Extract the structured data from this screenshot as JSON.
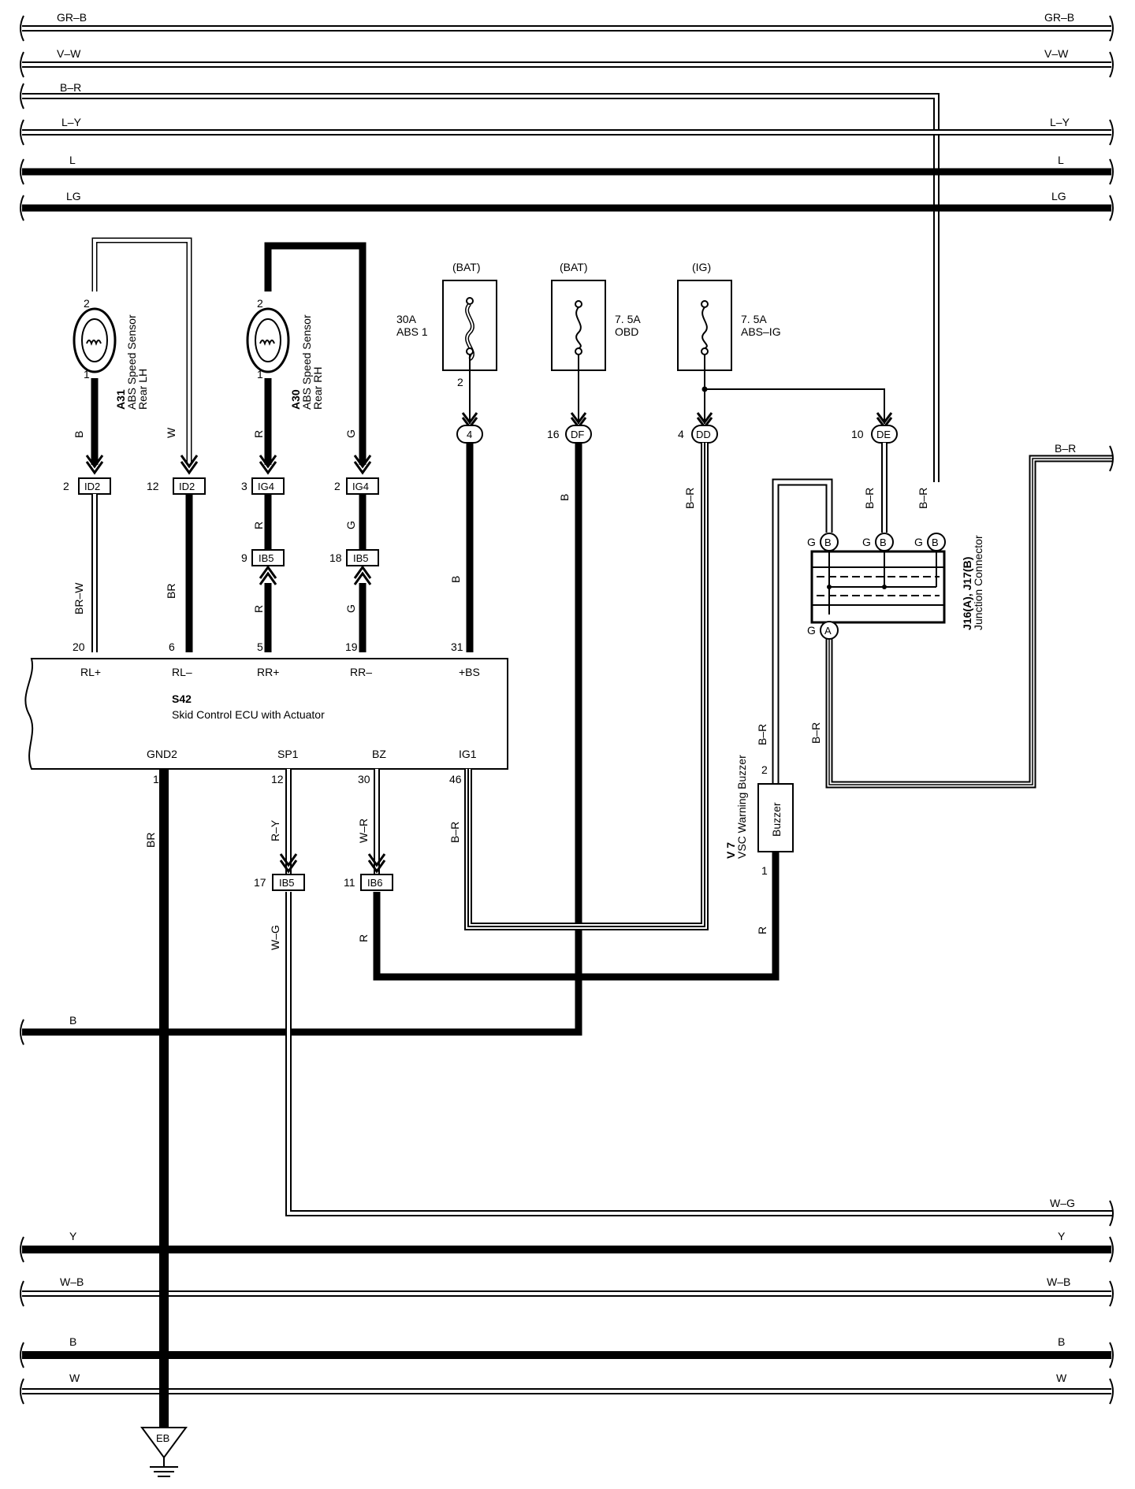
{
  "buses_top": [
    {
      "id": "bus-gr-b",
      "label_left": "GR–B",
      "label_right": "GR–B",
      "style": "double"
    },
    {
      "id": "bus-v-w",
      "label_left": "V–W",
      "label_right": "V–W",
      "style": "double"
    },
    {
      "id": "bus-b-r",
      "label_left": "B–R",
      "label_right": "",
      "style": "double"
    },
    {
      "id": "bus-l-y",
      "label_left": "L–Y",
      "label_right": "L–Y",
      "style": "double"
    },
    {
      "id": "bus-l",
      "label_left": "L",
      "label_right": "L",
      "style": "thick"
    },
    {
      "id": "bus-lg",
      "label_left": "LG",
      "label_right": "LG",
      "style": "thick"
    }
  ],
  "buses_bottom": [
    {
      "id": "bus-b-mid",
      "label_left": "B",
      "label_right": "",
      "style": "thick"
    },
    {
      "id": "bus-w-g",
      "label_left": "",
      "label_right": "W–G",
      "style": "double"
    },
    {
      "id": "bus-y",
      "label_left": "Y",
      "label_right": "Y",
      "style": "thick"
    },
    {
      "id": "bus-w-b",
      "label_left": "W–B",
      "label_right": "W–B",
      "style": "double"
    },
    {
      "id": "bus-b-low",
      "label_left": "B",
      "label_right": "B",
      "style": "thick"
    },
    {
      "id": "bus-w",
      "label_left": "W",
      "label_right": "W",
      "style": "double"
    }
  ],
  "right_branch_label": "B–R",
  "sensors": {
    "a31": {
      "code": "A31",
      "name1": "ABS Speed Sensor",
      "name2": "Rear LH",
      "pin_top": "2",
      "pin_bottom": "1"
    },
    "a30": {
      "code": "A30",
      "name1": "ABS Speed Sensor",
      "name2": "Rear RH",
      "pin_top": "2",
      "pin_bottom": "1"
    }
  },
  "fuses": [
    {
      "source": "(BAT)",
      "amp": "30A",
      "name": "ABS 1",
      "pin": "2",
      "conn_pin": "4",
      "conn": "4"
    },
    {
      "source": "(BAT)",
      "amp": "7. 5A",
      "name": "OBD",
      "pin": "16",
      "conn": "DF"
    },
    {
      "source": "(IG)",
      "amp": "7. 5A",
      "name": "ABS–IG",
      "pin": "4",
      "conn": "DD"
    }
  ],
  "de_connector": {
    "pin": "10",
    "conn": "DE"
  },
  "wires": {
    "b1": "B",
    "w1": "W",
    "r1": "R",
    "g1": "G",
    "r2": "R",
    "g2": "G",
    "brw": "BR–W",
    "br1": "BR",
    "r3": "R",
    "g3": "G",
    "b_abs": "B",
    "b_obd": "B",
    "br_ig": "B–R",
    "br_de": "B–R",
    "br_jb": "B–R",
    "br_gnd": "BR",
    "ry": "R–Y",
    "wr": "W–R",
    "br_ig1": "B–R",
    "wg": "W–G",
    "r_bz": "R",
    "br_buz": "B–R",
    "br_ja": "B–R",
    "r_buz": "R"
  },
  "connectors": {
    "id2_l": {
      "pin": "2",
      "name": "ID2"
    },
    "id2_r": {
      "pin": "12",
      "name": "ID2"
    },
    "ig4_l": {
      "pin": "3",
      "name": "IG4"
    },
    "ig4_r": {
      "pin": "2",
      "name": "IG4"
    },
    "ib5_l": {
      "pin": "9",
      "name": "IB5"
    },
    "ib5_r": {
      "pin": "18",
      "name": "IB5"
    },
    "ib5_b": {
      "pin": "17",
      "name": "IB5"
    },
    "ib6": {
      "pin": "11",
      "name": "IB6"
    }
  },
  "ecu": {
    "code": "S42",
    "name": "Skid Control ECU with Actuator",
    "top_pins": [
      {
        "num": "20",
        "name": "RL+"
      },
      {
        "num": "6",
        "name": "RL–"
      },
      {
        "num": "5",
        "name": "RR+"
      },
      {
        "num": "19",
        "name": "RR–"
      },
      {
        "num": "31",
        "name": "+BS"
      }
    ],
    "bottom_pins": [
      {
        "num": "1",
        "name": "GND2"
      },
      {
        "num": "12",
        "name": "SP1"
      },
      {
        "num": "30",
        "name": "BZ"
      },
      {
        "num": "46",
        "name": "IG1"
      }
    ]
  },
  "junction": {
    "code": "J16(A), J17(B)",
    "name": "Junction Connector",
    "top_color": "G",
    "top_letter": "B",
    "bottom_color": "G",
    "bottom_letter": "A"
  },
  "buzzer": {
    "code": "V 7",
    "name": "VSC Warning Buzzer",
    "label": "Buzzer",
    "pin_top": "2",
    "pin_bottom": "1"
  },
  "ground": {
    "label": "EB"
  }
}
